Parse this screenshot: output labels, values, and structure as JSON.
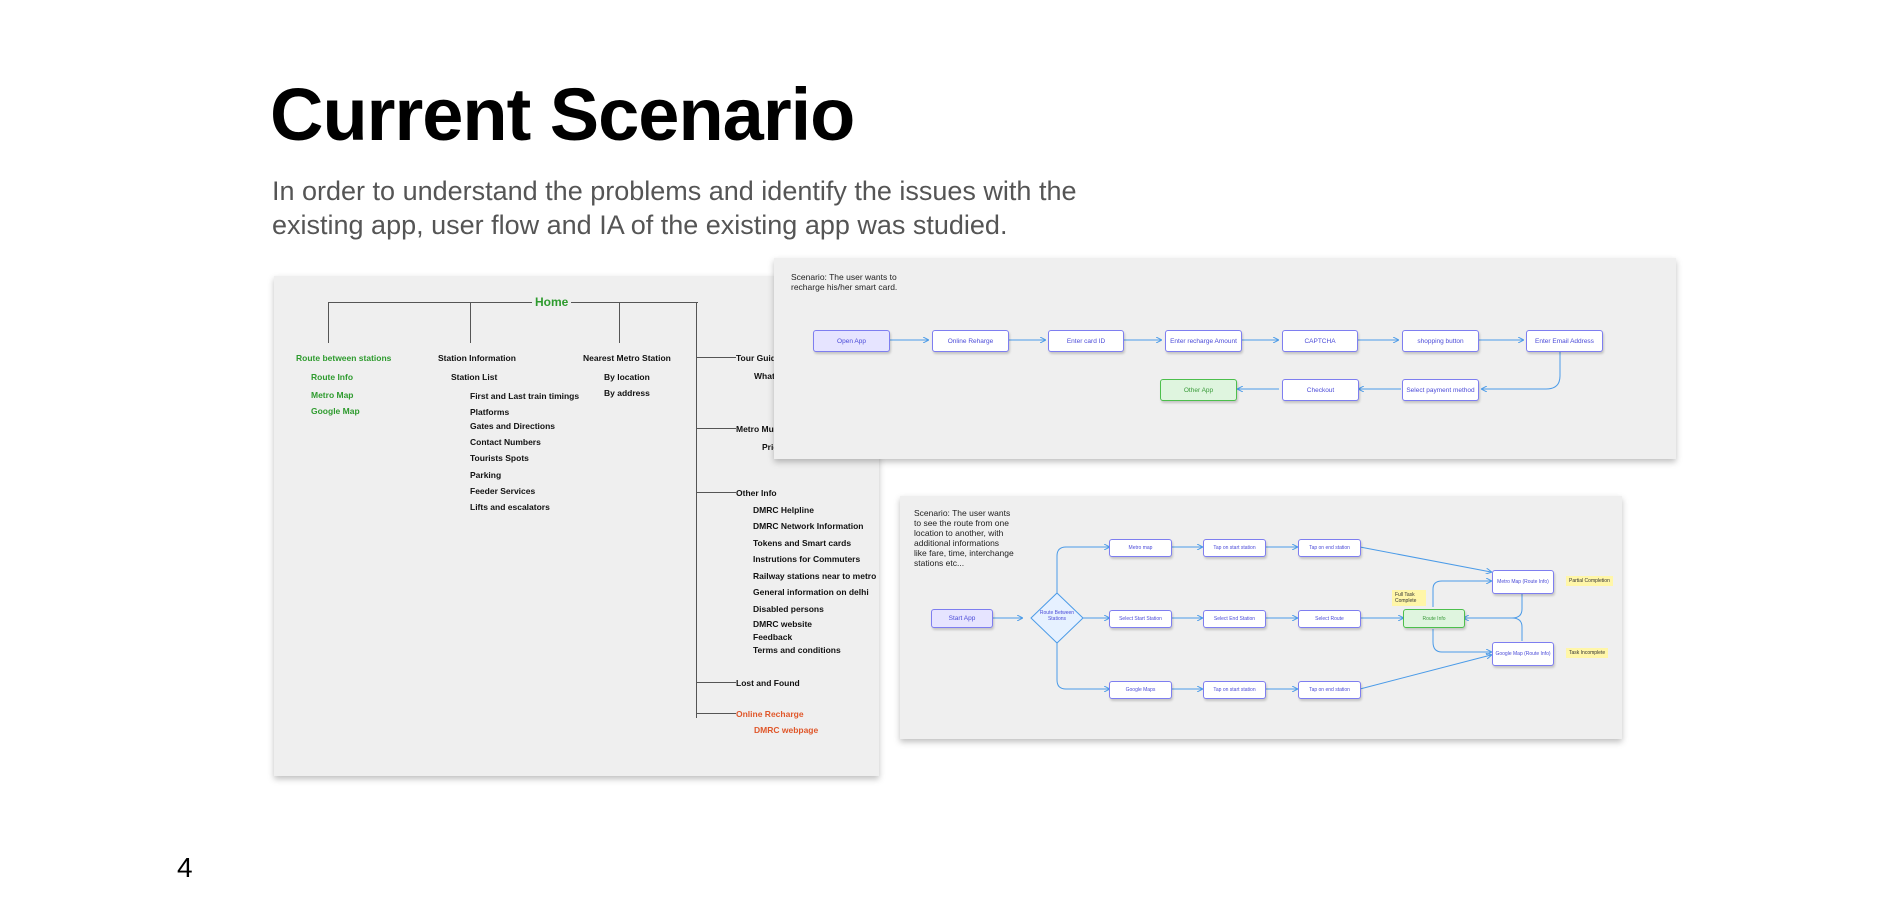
{
  "slide": {
    "title": "Current Scenario",
    "subtitle": "In order to understand the problems and identify the issues with the existing app, user flow and IA of the existing app was studied.",
    "page_number": "4"
  },
  "ia": {
    "home": "Home",
    "route": {
      "label": "Route between stations",
      "children": [
        "Route Info",
        "Metro Map",
        "Google Map"
      ]
    },
    "station": {
      "label": "Station Information",
      "list_label": "Station List",
      "children": [
        "First and Last train timings",
        "Platforms",
        "Gates and Directions",
        "Contact Numbers",
        "Tourists Spots",
        "Parking",
        "Feeder Services",
        "Lifts and escalators"
      ]
    },
    "nearest": {
      "label": "Nearest Metro Station",
      "children": [
        "By location",
        "By address"
      ]
    },
    "tour_guide": "Tour Guide",
    "tour_child": "What t",
    "metro_museum": "Metro Mus",
    "museum_child": "Pric",
    "other_info": {
      "label": "Other Info",
      "children": [
        "DMRC Helpline",
        "DMRC Network Information",
        "Tokens and Smart cards",
        "Instrutions for Commuters",
        "Railway stations near to metro",
        "General information on delhi",
        "Disabled persons",
        "DMRC website",
        "Feedback",
        "Terms and conditions"
      ]
    },
    "lost_found": "Lost and Found",
    "online_recharge": "Online Recharge",
    "dmrc_webpage": "DMRC webpage"
  },
  "recharge_flow": {
    "scenario": "Scenario: The user wants to recharge his/her smart card.",
    "steps": [
      "Open App",
      "Online Reharge",
      "Enter card ID",
      "Enter recharge Amount",
      "CAPTCHA",
      "shopping button",
      "Enter Email Address"
    ],
    "return_steps": [
      "Select payment method",
      "Checkout",
      "Other App"
    ]
  },
  "route_flow": {
    "scenario": "Scenario: The user wants to see the route from one location to another, with additional informations like fare, time, interchange stations etc...",
    "start": "Start App",
    "decision": "Route Between Stations",
    "top_row": [
      "Metro map",
      "Tap on start station",
      "Tap on end station"
    ],
    "mid_row": [
      "Select Start Station",
      "Select End Station",
      "Select Route"
    ],
    "bottom_row": [
      "Google Maps",
      "Tap on start station",
      "Tap on end station"
    ],
    "route_info": "Route Info",
    "metro_map_info": "Metro Map (Route Info)",
    "google_map_info": "Google Map (Route Info)",
    "notes": {
      "full": "Full Task Complete",
      "partial": "Partial Completion",
      "incomplete": "Task Incomplete"
    }
  },
  "colors": {
    "green": "#2e9b2e",
    "orange": "#e0572a",
    "flow_blue": "#4b9be8",
    "box_border": "#7e7ef0"
  }
}
